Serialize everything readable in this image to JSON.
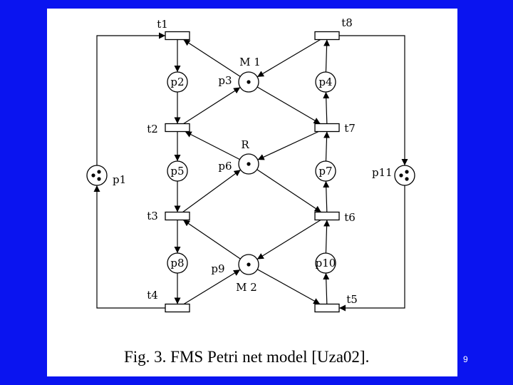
{
  "slide": {
    "number": "9"
  },
  "figure": {
    "caption": "Fig. 3.  FMS Petri net model [Uza02].",
    "places": [
      {
        "id": "p1",
        "label": "p1",
        "tokens": 3
      },
      {
        "id": "p2",
        "label": "p2",
        "tokens": 0
      },
      {
        "id": "p3",
        "label": "p3",
        "tokens": 1,
        "name": "M 1"
      },
      {
        "id": "p4",
        "label": "p4",
        "tokens": 0
      },
      {
        "id": "p5",
        "label": "p5",
        "tokens": 0
      },
      {
        "id": "p6",
        "label": "p6",
        "tokens": 1,
        "name": "R"
      },
      {
        "id": "p7",
        "label": "p7",
        "tokens": 0
      },
      {
        "id": "p8",
        "label": "p8",
        "tokens": 0
      },
      {
        "id": "p9",
        "label": "p9",
        "tokens": 1,
        "name": "M 2"
      },
      {
        "id": "p10",
        "label": "p10",
        "tokens": 0
      },
      {
        "id": "p11",
        "label": "p11",
        "tokens": 3
      }
    ],
    "transitions": [
      {
        "id": "t1",
        "label": "t1"
      },
      {
        "id": "t2",
        "label": "t2"
      },
      {
        "id": "t3",
        "label": "t3"
      },
      {
        "id": "t4",
        "label": "t4"
      },
      {
        "id": "t5",
        "label": "t5"
      },
      {
        "id": "t6",
        "label": "t6"
      },
      {
        "id": "t7",
        "label": "t7"
      },
      {
        "id": "t8",
        "label": "t8"
      }
    ],
    "arcs": [
      [
        "t1",
        "p2"
      ],
      [
        "p2",
        "t2"
      ],
      [
        "t2",
        "p5"
      ],
      [
        "p5",
        "t3"
      ],
      [
        "t3",
        "p8"
      ],
      [
        "p8",
        "t4"
      ],
      [
        "t4",
        "p1"
      ],
      [
        "p1",
        "t1"
      ],
      [
        "t8",
        "p11"
      ],
      [
        "p11",
        "t5"
      ],
      [
        "t5",
        "p10"
      ],
      [
        "p10",
        "t6"
      ],
      [
        "t6",
        "p7"
      ],
      [
        "p7",
        "t7"
      ],
      [
        "t7",
        "p4"
      ],
      [
        "p4",
        "t8"
      ],
      [
        "p3",
        "t1"
      ],
      [
        "t2",
        "p3"
      ],
      [
        "p3",
        "t7"
      ],
      [
        "t8",
        "p3"
      ],
      [
        "p6",
        "t2"
      ],
      [
        "t3",
        "p6"
      ],
      [
        "p6",
        "t6"
      ],
      [
        "t7",
        "p6"
      ],
      [
        "p9",
        "t3"
      ],
      [
        "t4",
        "p9"
      ],
      [
        "p9",
        "t5"
      ],
      [
        "t6",
        "p9"
      ]
    ]
  }
}
